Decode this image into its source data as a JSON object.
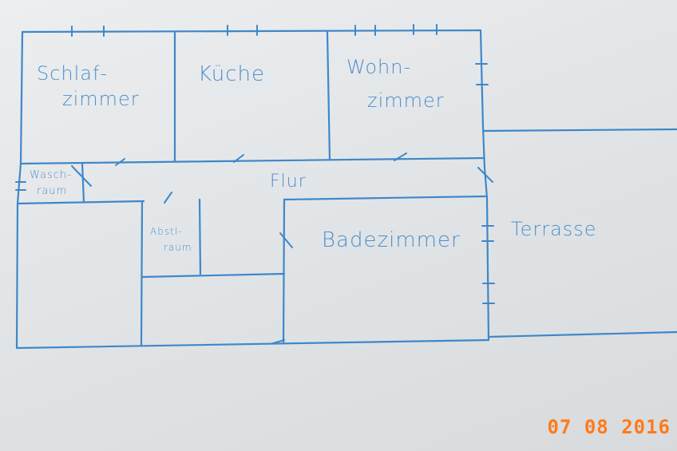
{
  "plan": {
    "color": "#3f87c9",
    "rooms": {
      "schlafzimmer_1": "Schlaf-",
      "schlafzimmer_2": "zimmer",
      "kueche": "Küche",
      "wohnzimmer_1": "Wohn-",
      "wohnzimmer_2": "zimmer",
      "waschraum_1": "Wasch-",
      "waschraum_2": "raum",
      "flur": "Flur",
      "abstellraum_1": "Abstl-",
      "abstellraum_2": "raum",
      "badezimmer": "Badezimmer",
      "terrasse": "Terrasse"
    }
  },
  "date_stamp": "07 08 2016",
  "stamp_color": "#ff7a1a"
}
